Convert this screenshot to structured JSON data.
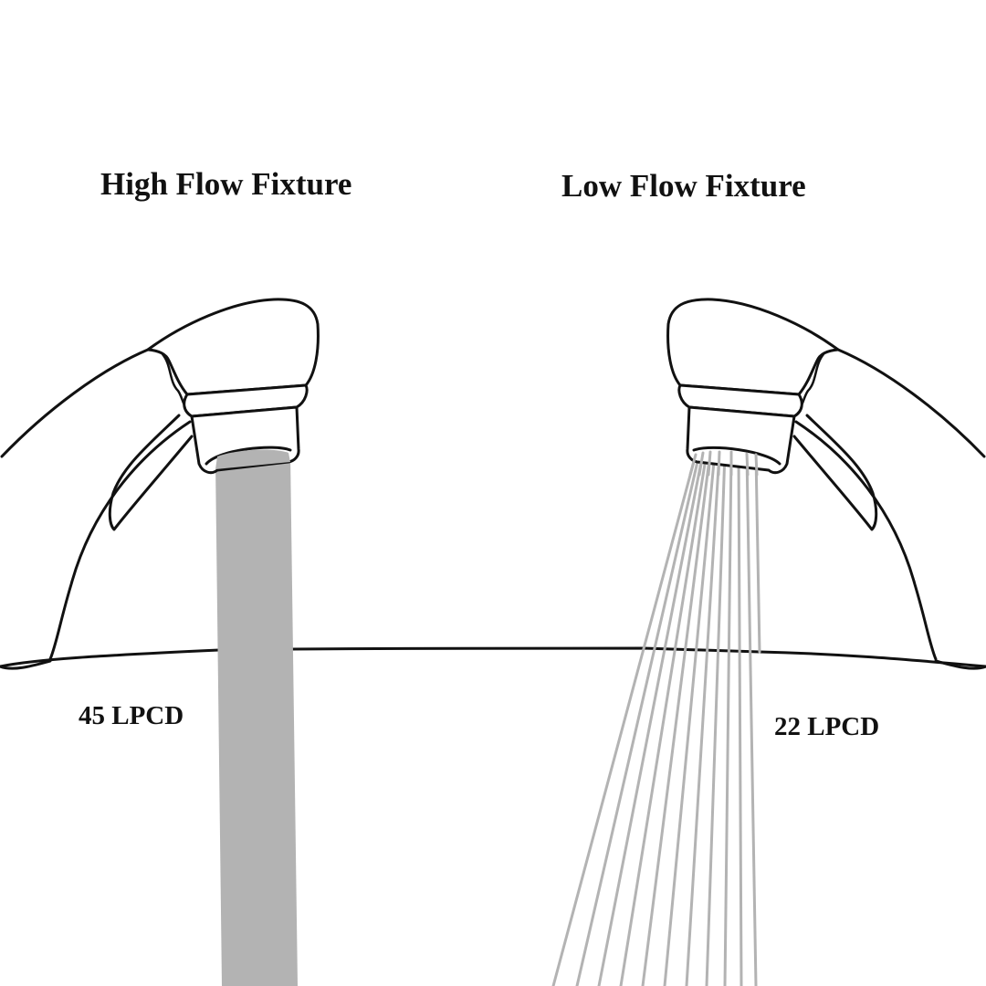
{
  "fixtures": {
    "high": {
      "title": "High Flow Fixture",
      "rate": "45 LPCD"
    },
    "low": {
      "title": "Low Flow Fixture",
      "rate": "22 LPCD"
    }
  },
  "colors": {
    "line": "#111111",
    "water": "#b3b3b3",
    "background": "#ffffff"
  },
  "icons": {
    "high": "faucet-solid-stream-icon",
    "low": "faucet-spray-stream-icon"
  }
}
